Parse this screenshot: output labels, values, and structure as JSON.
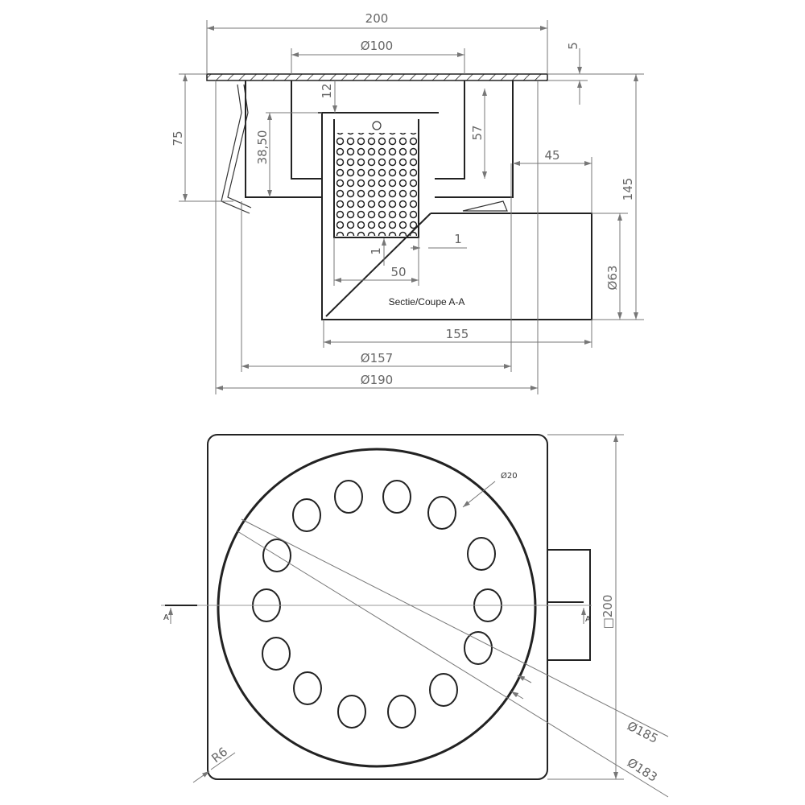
{
  "section_view": {
    "title": "Sectie/Coupe A-A",
    "dims": {
      "width": "200",
      "diameter_100": "Ø100",
      "flange": "5",
      "top_offset": "12",
      "height_75": "75",
      "height_145": "145",
      "depth_38": "38,50",
      "depth_57": "57",
      "outlet_offset": "45",
      "outlet_diameter": "Ø63",
      "gap_1a": "1",
      "gap_1b": "1",
      "basket_50": "50",
      "length_155": "155",
      "diameter_157": "Ø157",
      "diameter_190": "Ø190"
    }
  },
  "plan_view": {
    "dims": {
      "hole": "Ø20",
      "square": "□200",
      "d185": "Ø185",
      "d183": "Ø183",
      "radius": "R6"
    },
    "section_marks": [
      "A",
      "A"
    ]
  },
  "colors": {
    "line": "#222222",
    "dimension": "#777777"
  }
}
